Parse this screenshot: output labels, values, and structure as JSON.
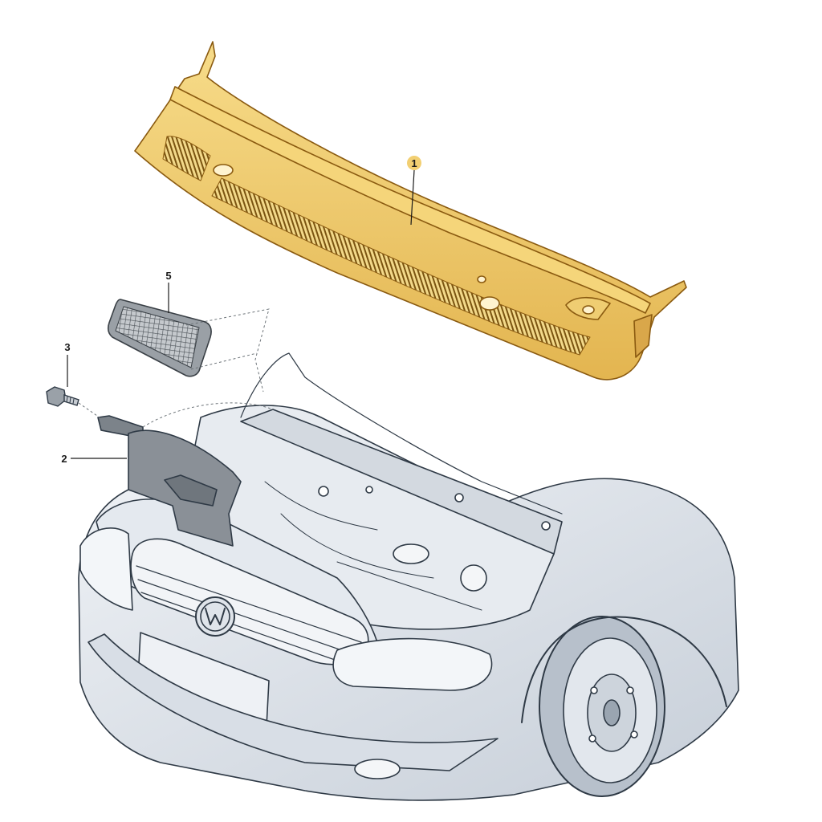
{
  "callouts": [
    {
      "id": "1",
      "label": "1"
    },
    {
      "id": "2",
      "label": "2"
    },
    {
      "id": "3",
      "label": "3"
    },
    {
      "id": "5",
      "label": "5"
    }
  ],
  "colors": {
    "cowl_fill": "#f2cf72",
    "cowl_dark": "#c9962e",
    "cowl_outline": "#8a5a10",
    "car_body": "#dde3ea",
    "car_shadow": "#aeb8c4",
    "car_outline": "#2f3a46",
    "part_grey": "#8e959c",
    "callout_dot": "#f2cf72"
  },
  "icons": {
    "cowl_panel": "cowl-panel-icon",
    "vent_grille": "vent-grille-icon",
    "screw": "screw-icon",
    "side_cover": "side-cover-icon",
    "car": "car-front-icon",
    "vw_logo": "vw-logo-icon"
  }
}
